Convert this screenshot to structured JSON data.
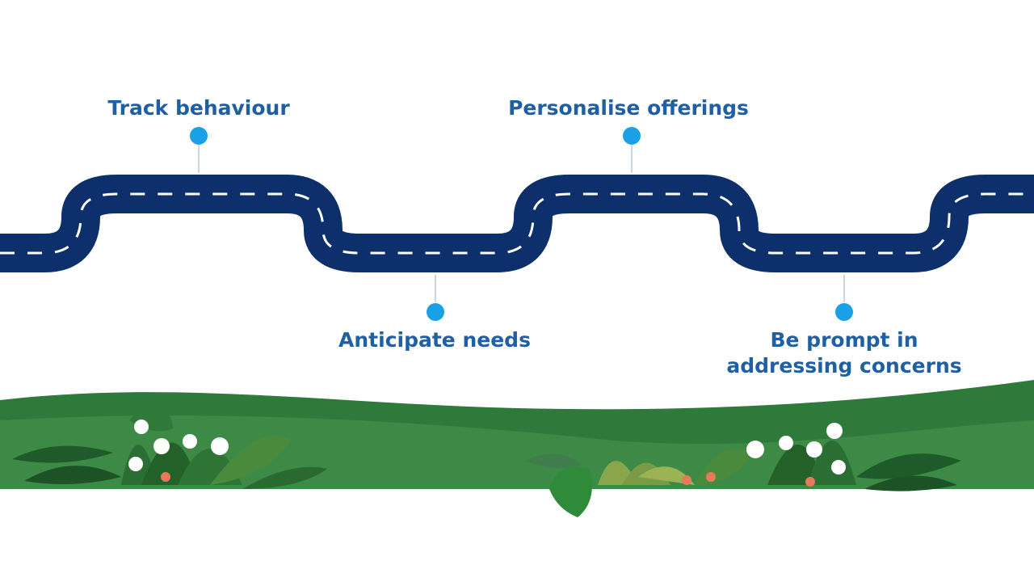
{
  "milestones": [
    {
      "label": "Track behaviour"
    },
    {
      "label": "Personalise offerings"
    },
    {
      "label": "Anticipate needs"
    },
    {
      "label": "Be prompt in",
      "label2": "addressing concerns"
    }
  ],
  "colors": {
    "road": "#0d2f6b",
    "road_markings": "#ffffff",
    "marker": "#1aa0e6",
    "label_text": "#1f5fa3",
    "hill_back": "#2d7a3a",
    "hill_front": "#3c8a45"
  }
}
